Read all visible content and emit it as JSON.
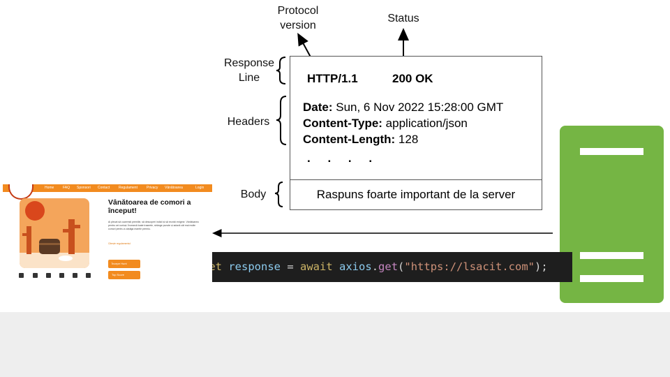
{
  "labels": {
    "protocol_version": "Protocol\nversion",
    "status": "Status",
    "response_line": "Response\nLine",
    "headers": "Headers",
    "body": "Body"
  },
  "response": {
    "protocol": "HTTP/1.1",
    "status": "200 OK",
    "headers": [
      {
        "key": "Date:",
        "value": " Sun, 6 Nov 2022 15:28:00 GMT"
      },
      {
        "key": "Content-Type:",
        "value": " application/json"
      },
      {
        "key": "Content-Length:",
        "value": " 128"
      }
    ],
    "ellipsis": ". . . .",
    "body": "Raspuns foarte important de la server"
  },
  "code": {
    "let": "let",
    "var": "response",
    "eq": " = ",
    "await": "await",
    "obj": "axios",
    "dot": ".",
    "method": "get",
    "open": "(",
    "url": "\"https://lsacit.com\"",
    "close": ");"
  },
  "website": {
    "nav": [
      "Home",
      "FAQ",
      "Sponsori",
      "Contact",
      "Regulament",
      "Privacy",
      "Vânătoarea",
      "Login"
    ],
    "title": "Vânătoarea de comori a început!",
    "paragraph": "Ai plecat să cucerești premiile, să descoperi indicii și să rezolvi enigme. Vânătoarea pentru cei curioși. Încearcă toate traseele, strânge puncte și adună cât mai multe comori pentru a câștiga marele premiu.",
    "link": "Citește regulamentul",
    "buttons": [
      "Începe Hunt",
      "Top Score"
    ]
  },
  "colors": {
    "server": "#75b544",
    "site_accent": "#f28b1f",
    "code_bg": "#1e1e1e"
  }
}
